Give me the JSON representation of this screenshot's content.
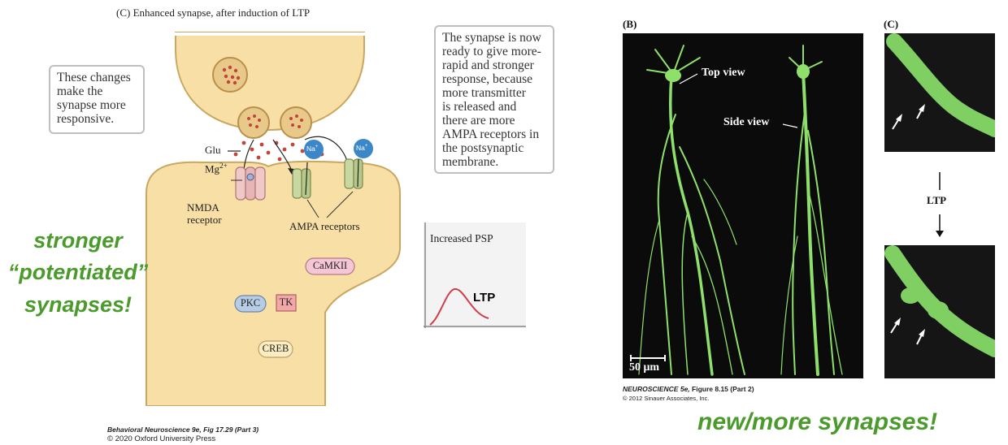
{
  "left_panel": {
    "title": "(C)  Enhanced synapse, after induction of LTP",
    "callout_left": [
      "These changes",
      "make the",
      "synapse more",
      "responsive."
    ],
    "callout_right": [
      "The synapse is now",
      "ready to give more-",
      "rapid and stronger",
      "response, because",
      "more transmitter",
      "is released and",
      "there are more",
      "AMPA receptors in",
      "the postsynaptic",
      "membrane."
    ],
    "labels": {
      "glu": "Glu",
      "mg": "Mg",
      "mg_sup": "2+",
      "nmda": [
        "NMDA",
        "receptor"
      ],
      "ampa": "AMPA receptors",
      "na1": "Na",
      "na2": "Na",
      "na_sup": "+",
      "camkii": "CaMKII",
      "pkc": "PKC",
      "tk": "TK",
      "creb": "CREB"
    },
    "psp": {
      "title": "Increased PSP",
      "ltp": "LTP"
    },
    "overlay_text": [
      "stronger",
      "“potentiated”",
      "synapses!"
    ],
    "credit_line1": "Behavioral Neuroscience 9e, Fig 17.29 (Part 3)",
    "credit_line2": "© 2020 Oxford University Press"
  },
  "right_panel": {
    "label_b": "(B)",
    "label_c": "(C)",
    "top_view": "Top view",
    "side_view": "Side view",
    "scale": "50 μm",
    "ltp": "LTP",
    "credit_line1_a": "NEUROSCIENCE 5e,",
    "credit_line1_b": " Figure 8.15 (Part 2)",
    "credit_line2": "© 2012 Sinauer Associates, Inc.",
    "overlay_text": "new/more synapses!"
  },
  "colors": {
    "green_text": "#4a9a2c",
    "cell_fill": "#f7dfa6",
    "cell_stroke": "#c9a760",
    "neuron_green": "#8ee06a",
    "psp_curve": "#d23a4a"
  }
}
